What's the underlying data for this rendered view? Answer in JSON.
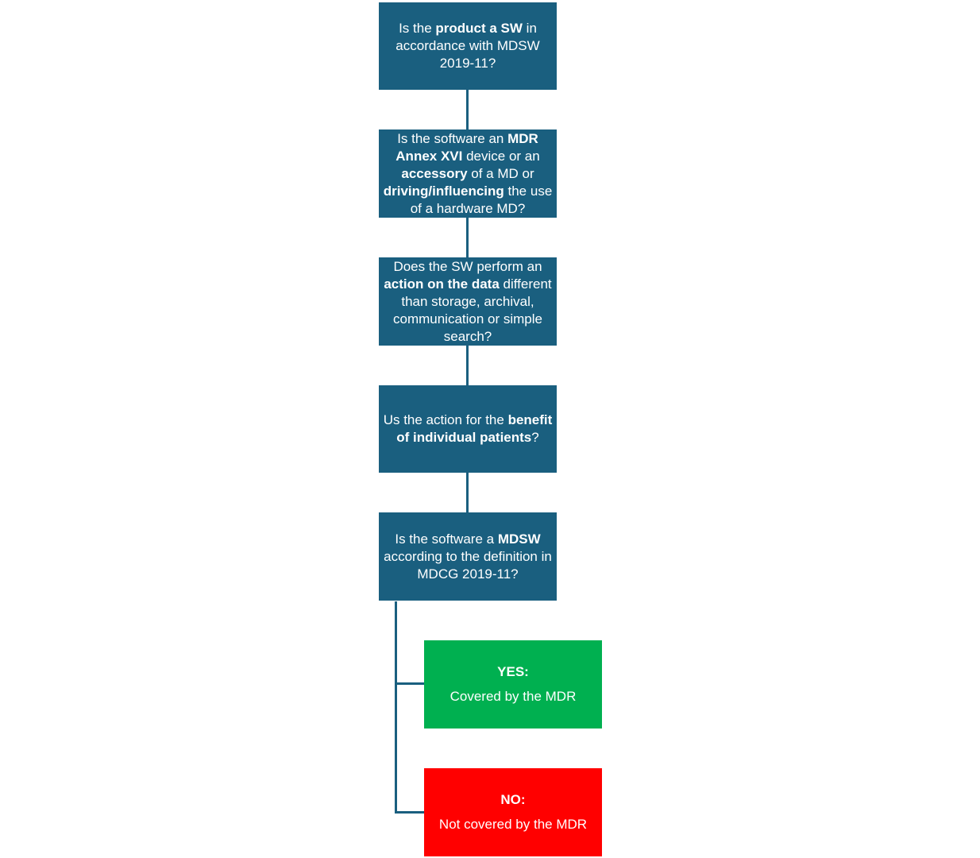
{
  "questions": [
    {
      "segments": [
        {
          "text": "Is the ",
          "bold": false
        },
        {
          "text": "product a SW",
          "bold": true
        },
        {
          "text": " in accordance with MDSW 2019-11?",
          "bold": false
        }
      ]
    },
    {
      "segments": [
        {
          "text": "Is the software an ",
          "bold": false
        },
        {
          "text": "MDR Annex XVI",
          "bold": true
        },
        {
          "text": " device or an ",
          "bold": false
        },
        {
          "text": "accessory",
          "bold": true
        },
        {
          "text": " of a MD or ",
          "bold": false
        },
        {
          "text": "driving/influencing",
          "bold": true
        },
        {
          "text": " the use of a hardware MD?",
          "bold": false
        }
      ]
    },
    {
      "segments": [
        {
          "text": "Does the SW perform an ",
          "bold": false
        },
        {
          "text": "action on the data",
          "bold": true
        },
        {
          "text": " different than storage, archival, communication or simple search?",
          "bold": false
        }
      ]
    },
    {
      "segments": [
        {
          "text": "Us the action for the ",
          "bold": false
        },
        {
          "text": "benefit of individual patients",
          "bold": true
        },
        {
          "text": "?",
          "bold": false
        }
      ]
    },
    {
      "segments": [
        {
          "text": "Is the software a ",
          "bold": false
        },
        {
          "text": "MDSW",
          "bold": true
        },
        {
          "text": " according to the definition in MDCG 2019-11?",
          "bold": false
        }
      ]
    }
  ],
  "outcomes": {
    "yes": {
      "label": "YES:",
      "text": "Covered by the MDR",
      "color": "#00b050"
    },
    "no": {
      "label": "NO:",
      "text": "Not covered by the MDR",
      "color": "#ff0000"
    }
  },
  "colors": {
    "question_box": "#1a5f7f",
    "connector": "#1a5f7f"
  }
}
